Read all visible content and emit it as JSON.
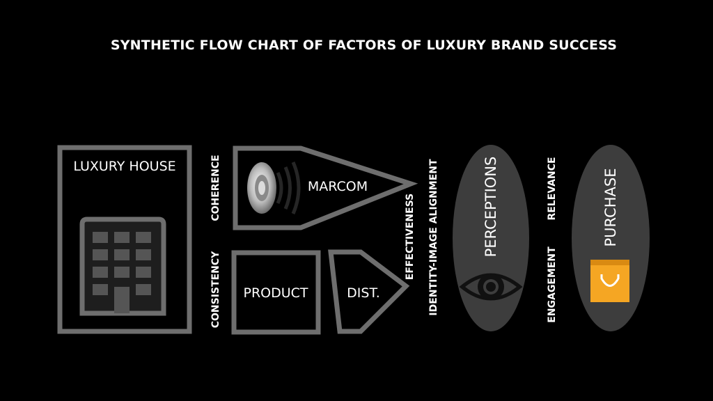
{
  "title": "SYNTHETIC FLOW CHART OF FACTORS OF LUXURY BRAND SUCCESS",
  "nodes": {
    "luxury_house": "LUXURY HOUSE",
    "marcom": "MARCOM",
    "product": "PRODUCT",
    "dist": "DIST.",
    "perceptions": "PERCEPTIONS",
    "purchase": "PURCHASE"
  },
  "connectors": {
    "coherence": "COHERENCE",
    "consistency": "CONSISTENCY",
    "effectiveness": "EFFECTIVENESS",
    "identity_image_alignment": "IDENTITY-IMAGE ALIGNMENT",
    "relevance": "RELEVANCE",
    "engagement": "ENGAGEMENT"
  },
  "icons": [
    "building-icon",
    "speaker-icon",
    "eye-icon",
    "shopping-bag-icon"
  ],
  "colors": {
    "background": "#000000",
    "outline": "#6e6e6e",
    "ellipse_fill": "#3d3d3d",
    "bag": "#f5a623",
    "text": "#ffffff"
  }
}
